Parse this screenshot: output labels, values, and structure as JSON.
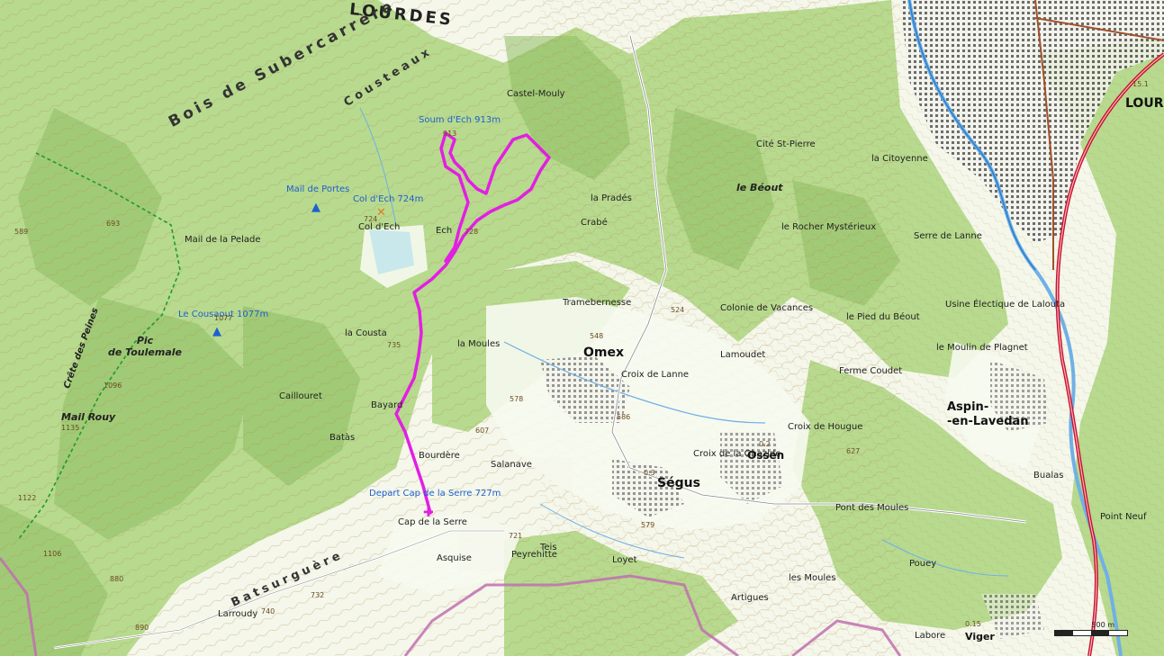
{
  "map": {
    "colors": {
      "forest": "#b7da8e",
      "forest_dark": "#9fca72",
      "meadow": "#f4f7ea",
      "contour": "#b48a55",
      "river": "#6fb0e6",
      "road_main": "#c8102e",
      "road_brown": "#a0522d",
      "track": "#e040e0",
      "boundary": "#c070b0",
      "urban": "#555555"
    },
    "labels": {
      "lourdes_top": "LOURDES",
      "lourdes_east": "LOUR",
      "bois_subercarrere": "Bois de Subercarrère",
      "cousteaux": "Cousteaux",
      "batsurguere": "Batsurguère",
      "omex": "Omex",
      "segus": "Ségus",
      "ossen": "Ossen",
      "aspin": "Aspin-\n-en-Lavedan",
      "viger": "Viger",
      "pic_toulemale": "Pic\nde Toulemale",
      "mail_rouy": "Mail Rouy",
      "le_beout": "le Béout",
      "crete_des_peines": "Crête des Peines"
    },
    "places": [
      "Mail de la Pelade",
      "la Cousta",
      "Bayard",
      "Batàs",
      "Bourdère",
      "Salanave",
      "la Moules",
      "Tramebernesse",
      "Crabé",
      "Ech",
      "Col d'Ech",
      "Castel-Mouly",
      "Serre de Lanne",
      "Colonie de Vacances",
      "la Pradés",
      "le Rocher Mystérieux",
      "Ferme Coudet",
      "Cap de la Serre",
      "Asquise",
      "Peyrehitte",
      "Loyet",
      "Teis",
      "Artigues",
      "les Moules",
      "Pont des Moules",
      "Pouey",
      "Labore",
      "Larroudy",
      "Bualas",
      "Usine Électique de Lalouta",
      "le Moulin de Plagnet",
      "Cité St-Pierre",
      "la Citoyenne",
      "le Pied du Béout",
      "Croix de Lanne",
      "Croix de la Ghazide",
      "Croix de Hougue",
      "Lamoudet",
      "Point Neuf",
      "Caillouret"
    ],
    "pois": {
      "soum_ech": "Soum d'Ech 913m",
      "mail_portes": "Mail de Portes",
      "col_ech": "Col d'Ech 724m",
      "cousaout": "Le Cousaout 1077m",
      "depart": "Depart Cap de la Serre 727m"
    },
    "altitudes": [
      "913",
      "724",
      "728",
      "735",
      "1077",
      "1096",
      "1135",
      "1122",
      "1106",
      "880",
      "890",
      "740",
      "732",
      "721",
      "524",
      "548",
      "607",
      "578",
      "586",
      "589",
      "0.3",
      "0.2",
      "0.15",
      "15.1",
      "627",
      "579",
      "693"
    ],
    "scale_label": "500 m"
  }
}
